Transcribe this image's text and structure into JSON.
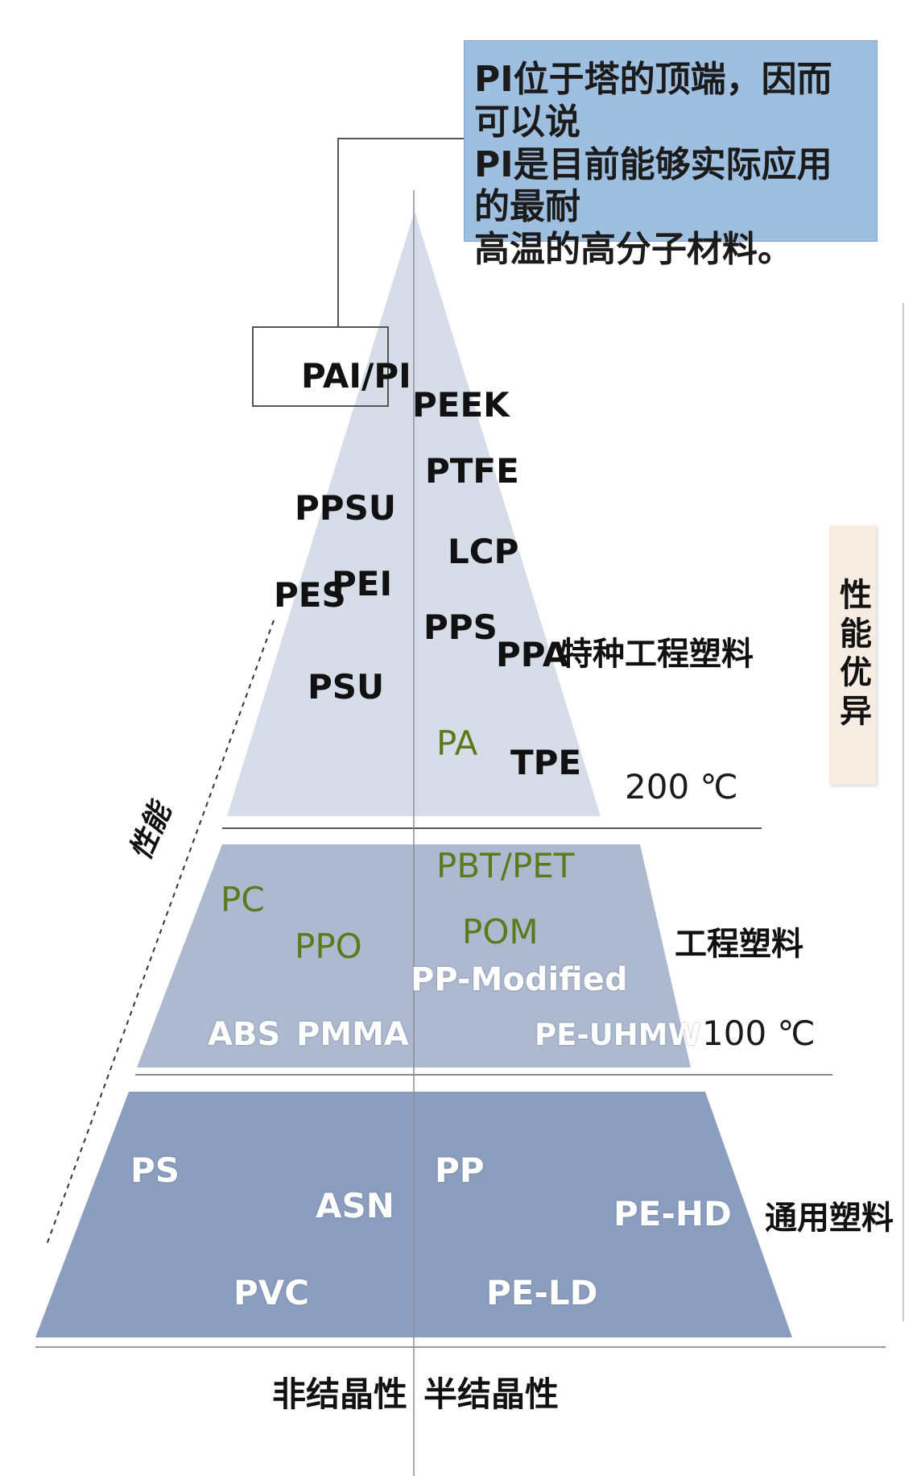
{
  "callout": {
    "line1": "PI位于塔的顶端，因而可以说",
    "line2": "PI是目前能够实际应用的最耐",
    "line3": "高温的高分子材料。"
  },
  "side_labels": {
    "performance_excellent": "性能优异",
    "performance_arrow": "性能"
  },
  "tiers": {
    "top": {
      "name": "特种工程塑料",
      "temperature": "200 ℃",
      "materials_left": [
        "PAI/PI",
        "PPSU",
        "PES",
        "PEI",
        "PSU"
      ],
      "materials_right": [
        "PEEK",
        "PTFE",
        "LCP",
        "PPS",
        "PPA",
        "PA",
        "TPE"
      ]
    },
    "middle": {
      "name": "工程塑料",
      "temperature": "100 ℃",
      "materials_left": [
        "PC",
        "PPO",
        "ABS",
        "PMMA"
      ],
      "materials_right": [
        "PBT/PET",
        "POM",
        "PP-Modified",
        "PE-UHMW"
      ]
    },
    "bottom": {
      "name": "通用塑料",
      "materials_left": [
        "PS",
        "ASN",
        "PVC"
      ],
      "materials_right": [
        "PP",
        "PE-HD",
        "PE-LD"
      ]
    }
  },
  "bottom_axis": {
    "left": "非结晶性",
    "right": "半结晶性"
  },
  "colors": {
    "top_tier": "#d6dce8",
    "middle_tier": "#adb9cf",
    "bottom_tier": "#8b9ec0",
    "callout_bg": "#9fbfe0",
    "perf_box_bg": "#f6ece2",
    "green_label": "#5c7a1c"
  }
}
